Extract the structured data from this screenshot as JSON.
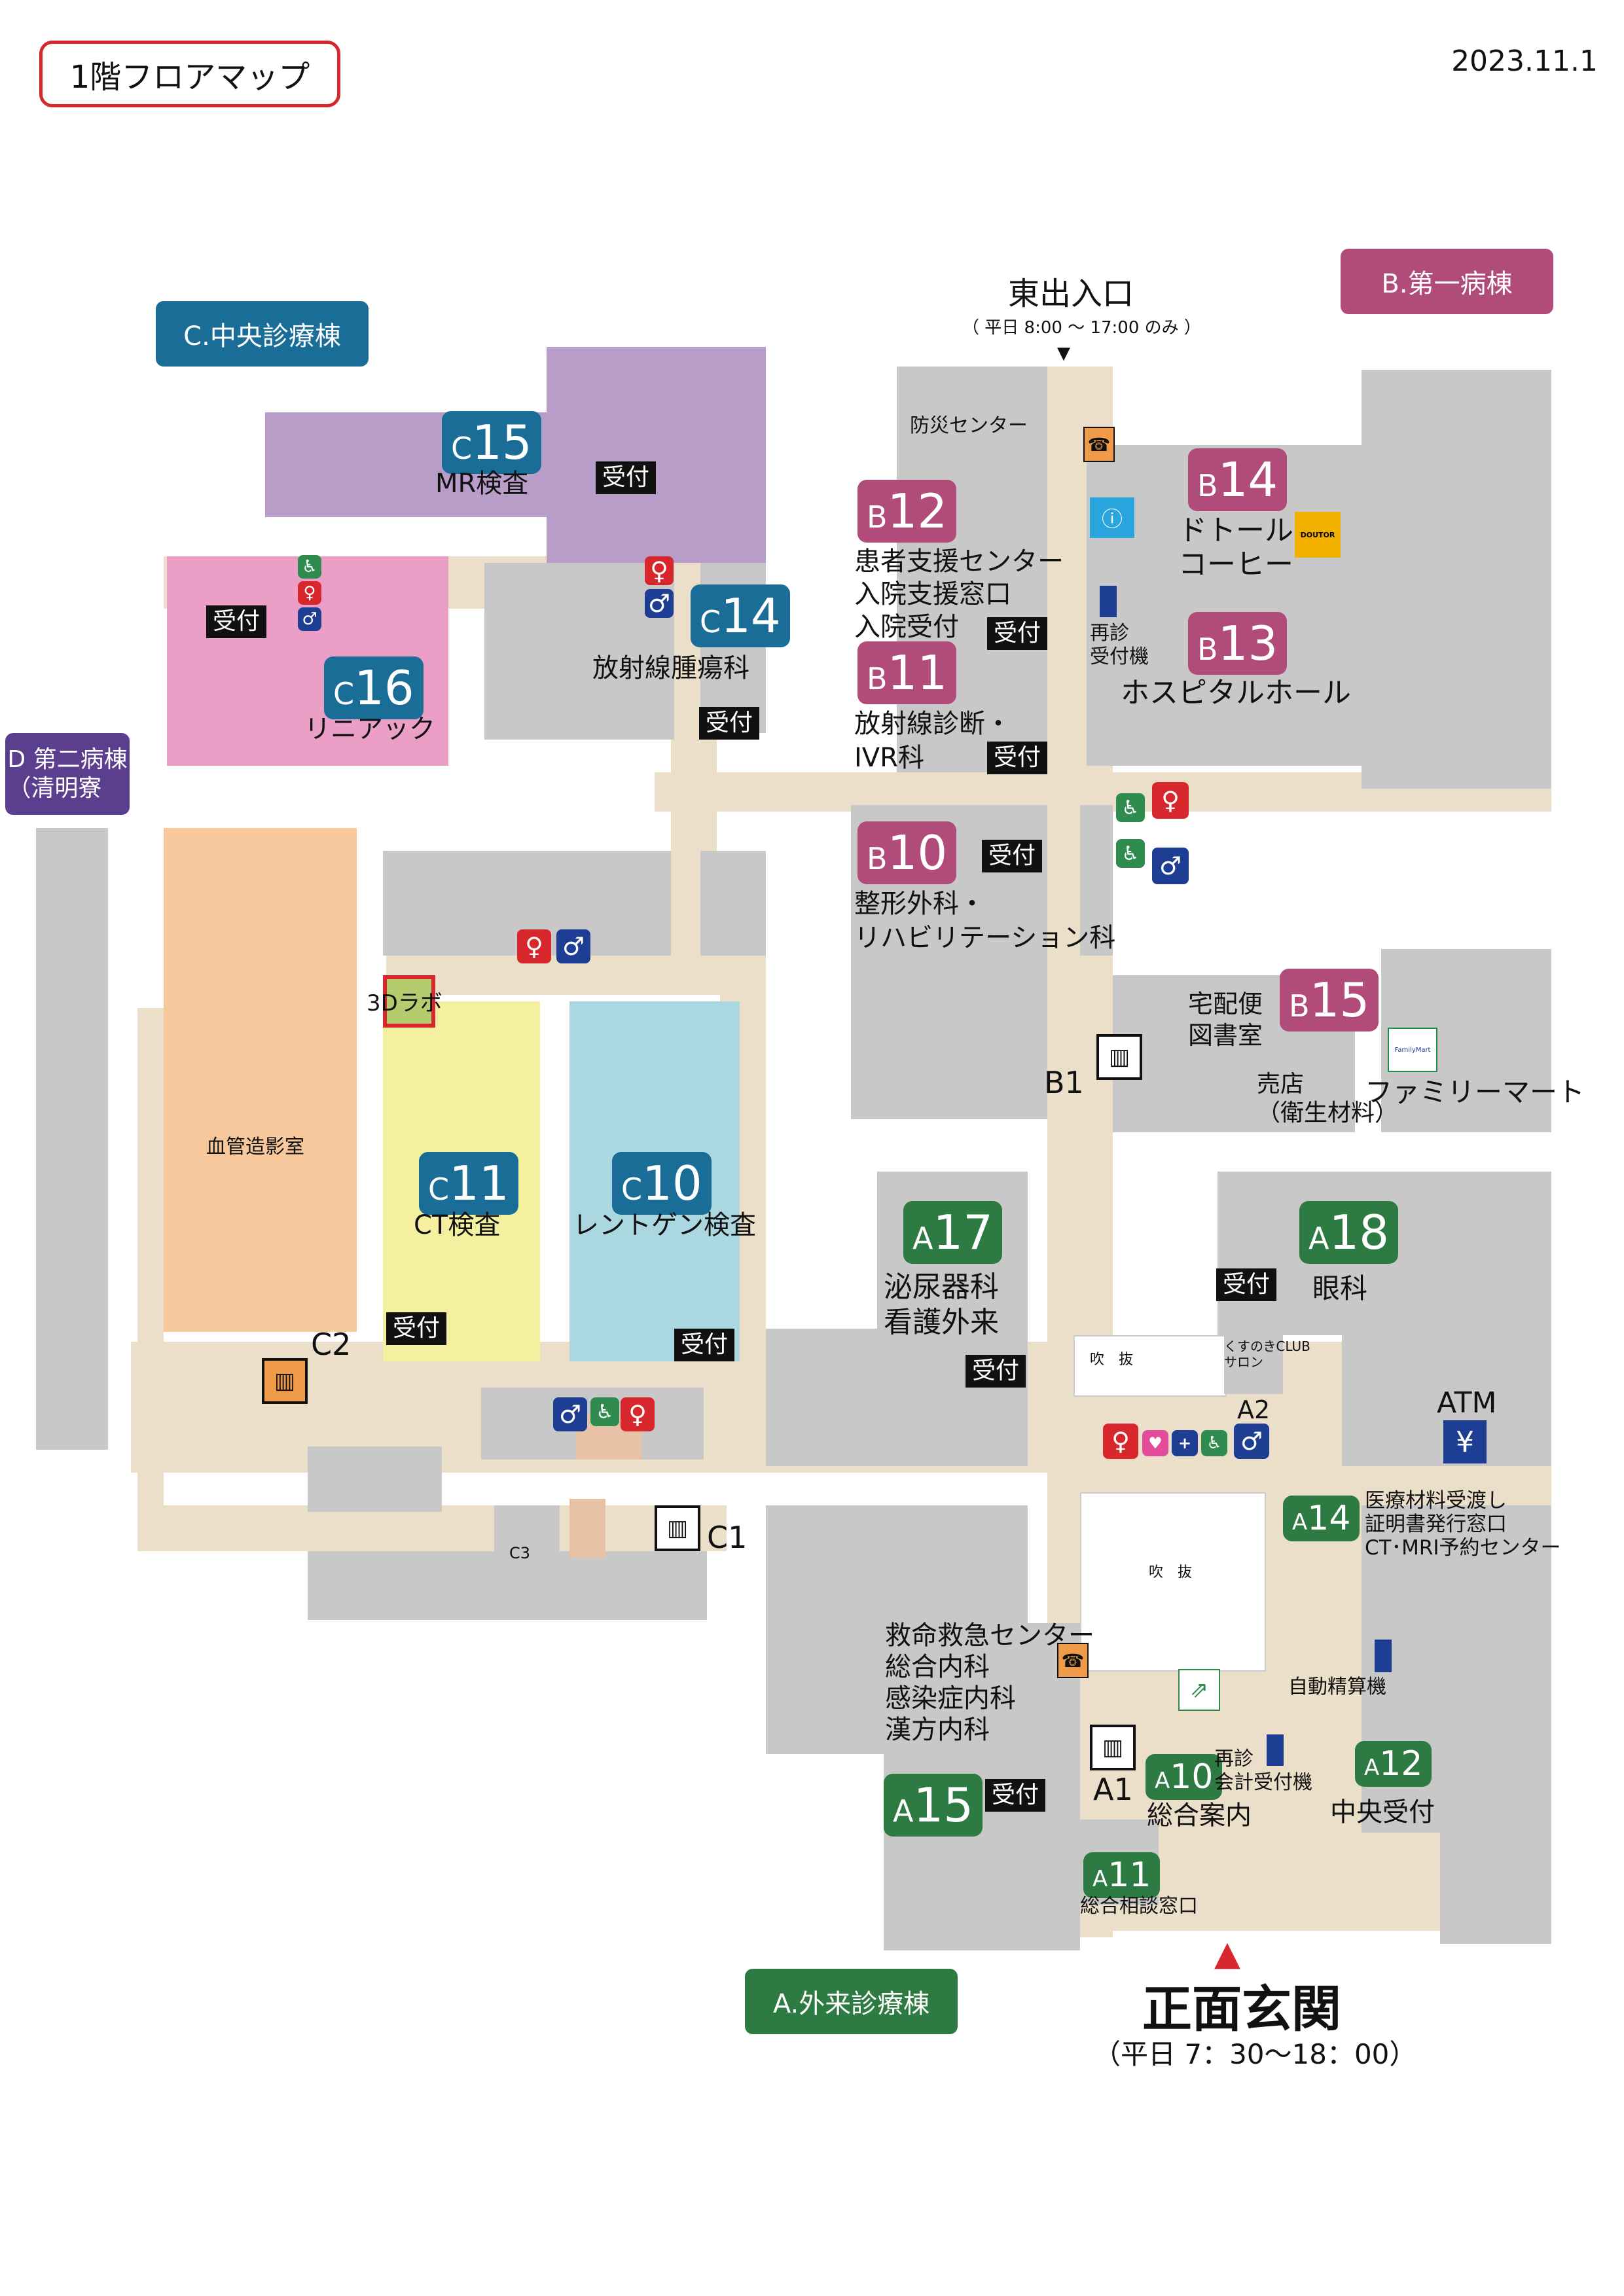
{
  "header": {
    "title": "1階フロアマップ",
    "date": "2023.11.1"
  },
  "wings": {
    "c": {
      "label": "C.中央診療棟",
      "color": "#1a6d97"
    },
    "b": {
      "label": "B.第一病棟",
      "color": "#b14b79"
    },
    "a": {
      "label": "A.外来診療棟",
      "color": "#2d7a43"
    },
    "d": {
      "label": "D 第二病棟\n（清明寮",
      "color": "#5b3e8e"
    }
  },
  "entrances": {
    "east": {
      "label": "東出入口",
      "hours": "（ 平日 8:00 ～ 17:00 のみ ）"
    },
    "main": {
      "label": "正面玄関",
      "hours": "（平日 7：30〜18：00）"
    }
  },
  "rooms": {
    "c15": {
      "code": "15",
      "name": "MR検査"
    },
    "c16": {
      "code": "16",
      "name": "リニアック"
    },
    "c14": {
      "code": "14",
      "name": "放射線腫瘍科"
    },
    "c11": {
      "code": "11",
      "name": "CT検査"
    },
    "c10": {
      "code": "10",
      "name": "レントゲン検査"
    },
    "b12": {
      "code": "12",
      "name": "患者支援センター\n入院支援窓口\n入院受付"
    },
    "b11": {
      "code": "11",
      "name": "放射線診断・\nIVR科"
    },
    "b10": {
      "code": "10",
      "name": "整形外科・\nリハビリテーション科"
    },
    "b14": {
      "code": "14",
      "name": "ドトール\nコーヒー"
    },
    "b13": {
      "code": "13",
      "name": "ホスピタルホール"
    },
    "b15": {
      "code": "15",
      "name": "ファミリーマート"
    },
    "a17": {
      "code": "17",
      "name": "泌尿器科\n看護外来"
    },
    "a18": {
      "code": "18",
      "name": "眼科"
    },
    "a14": {
      "code": "14",
      "name": "医療材料受渡し\n証明書発行窓口\nCT･MRI予約センター"
    },
    "a15": {
      "code": "15",
      "name": "救命救急センター\n総合内科\n感染症内科\n漢方内科"
    },
    "a10": {
      "code": "10",
      "name": "総合案内"
    },
    "a11": {
      "code": "11",
      "name": "総合相談窓口"
    },
    "a12": {
      "code": "12",
      "name": "中央受付"
    }
  },
  "letters": {
    "c": "C",
    "b": "B",
    "a": "A"
  },
  "labels": {
    "angio": "血管造影室",
    "lab3d": "3Dラボ",
    "bosai": "防災センター",
    "saishin_b": "再診\n受付機",
    "saishin_a": "再診\n会計受付機",
    "takuhai": "宅配便\n図書室",
    "baiten": "売店\n（衛生材料）",
    "fukinuke1": "吹　抜",
    "fukinuke2": "吹　抜",
    "salon": "くすのきCLUB\nサロン",
    "atm": "ATM",
    "seisan": "自動精算機",
    "doutor": "DOUTOR",
    "famima": "FamilyMart",
    "yen": "¥"
  },
  "reception": "受付",
  "elevators": {
    "b1": "B1",
    "c2": "C2",
    "c1": "C1",
    "c3": "C3",
    "a1": "A1",
    "a2": "A2"
  }
}
